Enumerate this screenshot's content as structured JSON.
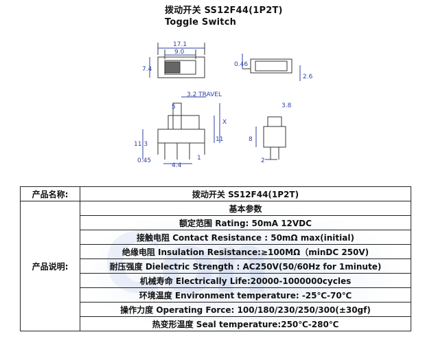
{
  "header": {
    "title": "拨动开关 SS12F44(1P2T)",
    "subtitle": "Toggle Switch"
  },
  "drawing": {
    "dims": {
      "d17_1": "17.1",
      "d9_0": "9.0",
      "d7_4": "7.4",
      "d0_46": "0.46",
      "d2_6": "2.6",
      "travel": "3.2 TRAVEL",
      "d5": "5",
      "x": "X",
      "d11_3": "11.3",
      "d11": "11",
      "d0_45": "0.45",
      "d4_4": "4.4",
      "d1": "1",
      "d3_8": "3.8",
      "d8": "8",
      "d2": "2"
    }
  },
  "table": {
    "product_name_label": "产品名称:",
    "product_name_value": "拨动开关 SS12F44(1P2T)",
    "desc_label": "产品说明:",
    "rows": [
      "基本参数",
      "额定范围 Rating: 50mA 12VDC",
      "接触电阻 Contact Resistance : 50mΩ max(initial)",
      "绝缘电阻 Insulation Resistance:≥100MΩ（minDC 250V)",
      "耐压强度 Dielectric Strength : AC250V(50/60Hz for 1minute)",
      "机械寿命 Electrically Life:20000-1000000cycles",
      "环境温度 Environment temperature: -25℃-70℃",
      "操作力度 Operating Force: 100/180/230/250/300(±30gf)",
      "热变形温度 Seal temperature:250℃-280℃"
    ]
  }
}
